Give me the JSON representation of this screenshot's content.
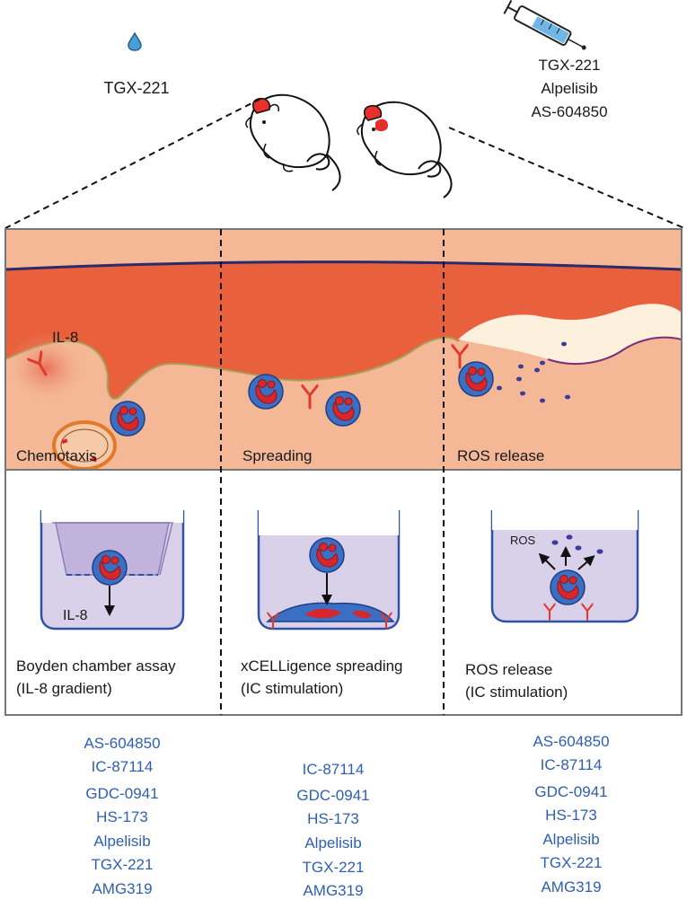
{
  "top": {
    "drop_drug": "TGX-221",
    "injection_drugs": [
      "TGX-221",
      "Alpelisib",
      "AS-604850"
    ]
  },
  "tissue": {
    "il8_label": "IL-8",
    "panels": [
      "Chemotaxis",
      "Spreading",
      "ROS release"
    ]
  },
  "assays": {
    "boyden": {
      "il8_label": "IL-8",
      "title": [
        "Boyden chamber assay",
        "(IL-8 gradient)"
      ]
    },
    "xcelligence": {
      "title": [
        "xCELLigence spreading",
        "(IC stimulation)"
      ]
    },
    "ros": {
      "ros_label": "ROS",
      "title": [
        "ROS release",
        "(IC stimulation)"
      ]
    }
  },
  "inhibitors": {
    "left": [
      "AS-604850",
      "IC-87114",
      "GDC-0941",
      "HS-173",
      "Alpelisib",
      "TGX-221",
      "AMG319"
    ],
    "center": [
      "IC-87114",
      "GDC-0941",
      "HS-173",
      "Alpelisib",
      "TGX-221",
      "AMG319"
    ],
    "right": [
      "AS-604850",
      "IC-87114",
      "GDC-0941",
      "HS-173",
      "Alpelisib",
      "TGX-221",
      "AMG319"
    ]
  },
  "colors": {
    "dermis": "#f4b896",
    "epidermis": "#e8603c",
    "epidermis_edge": "#2b2a6b",
    "blister": "#fdf0dc",
    "well_fill": "#d9d0ea",
    "well_stroke": "#2f52a8",
    "cell_blue": "#3a6fc4",
    "cell_red": "#d8262d",
    "drug_text": "#2f5fb0"
  }
}
